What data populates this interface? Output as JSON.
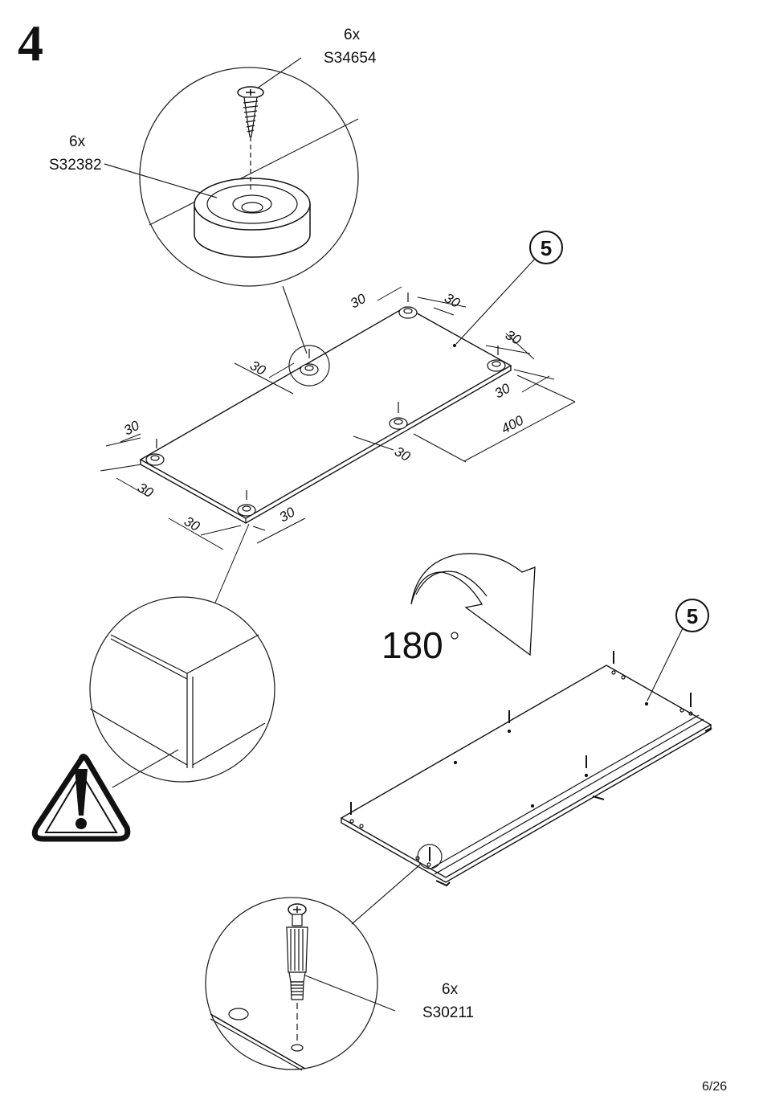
{
  "step_number": "4",
  "screw": {
    "qty": "6x",
    "code": "S34654"
  },
  "foot": {
    "qty": "6x",
    "code": "S32382"
  },
  "connector": {
    "qty": "6x",
    "code": "S30211"
  },
  "part_number": "5",
  "rotation": {
    "value": "180",
    "unit_symbol": "°"
  },
  "dimensions": {
    "edge_offset": "30",
    "center_offset": "400"
  },
  "page": "6/26",
  "icons": [
    "screw-icon",
    "furniture-foot-icon",
    "warning-icon",
    "rotate-arrow-icon",
    "connector-bolt-icon"
  ]
}
